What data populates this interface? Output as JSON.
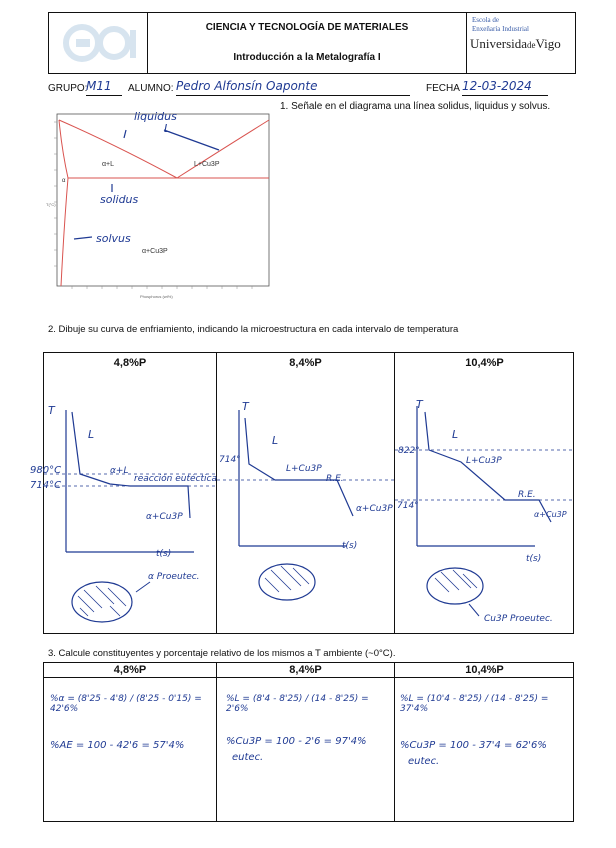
{
  "header": {
    "title_line1": "CIENCIA Y TECNOLOGÍA DE MATERIALES",
    "title_line2": "Introducción a la Metalografía I",
    "school_line1": "Escola de",
    "school_line2": "Enxeñaría Industrial",
    "university": "Universida",
    "university_de": "de",
    "university_end": "Vigo"
  },
  "info": {
    "grupo_label": "GRUPO:",
    "grupo_value": "M11",
    "alumno_label": "ALUMNO:",
    "alumno_value": "Pedro Alfonsín Oaponte",
    "fecha_label": "FECHA",
    "fecha_value": "12-03-2024"
  },
  "q1": {
    "text": "1. Señale en el diagrama una línea solidus, liquidus y solvus.",
    "annotations": {
      "liquidus": "liquidus",
      "liquidus_L": "L",
      "solidus": "solidus",
      "solvus": "solvus"
    },
    "diagram_labels": {
      "alpha_L": "α+L",
      "L_Cu3P": "L+Cu3P",
      "alpha": "α",
      "alpha_Cu3P": "α+Cu3P",
      "x_axis": "Phosphorus (wt%)",
      "y_axis": "T(°C)"
    }
  },
  "q2": {
    "text": "2. Dibuje su curva de enfriamiento, indicando la microestructura en cada intervalo de temperatura",
    "columns": [
      {
        "header": "4,8%P",
        "T": "T",
        "temp1": "980°C",
        "temp2": "714°C",
        "L": "L",
        "phase1": "α+L",
        "reaction": "reacción eutéctica",
        "phase2": "α+Cu3P",
        "time": "t(s)",
        "micro_label": "α Proeutec."
      },
      {
        "header": "8,4%P",
        "T": "T",
        "temp1": "714°",
        "L": "L",
        "phase1": "L+Cu3P",
        "reaction": "R.E.",
        "phase2": "α+Cu3P",
        "time": "t(s)"
      },
      {
        "header": "10,4%P",
        "T": "T",
        "temp1": "822°",
        "temp2": "714°",
        "L": "L",
        "phase1": "L+Cu3P",
        "reaction": "R.E.",
        "phase2": "α+Cu3P",
        "time": "t(s)",
        "micro_label": "Cu3P Proeutec."
      }
    ]
  },
  "q3": {
    "text": "3. Calcule constituyentes y porcentaje relativo de los mismos a T ambiente (~0°C).",
    "columns": [
      {
        "header": "4,8%P",
        "eq1": "%α = (8'25 - 4'8) / (8'25 - 0'15) = 42'6%",
        "eq2": "%AE = 100 - 42'6 = 57'4%"
      },
      {
        "header": "8,4%P",
        "eq1": "%L = (8'4 - 8'25) / (14 - 8'25) = 2'6%",
        "eq2": "%Cu3P = 100 - 2'6 = 97'4%",
        "eq3": "eutec."
      },
      {
        "header": "10,4%P",
        "eq1": "%L = (10'4 - 8'25) / (14 - 8'25) = 37'4%",
        "eq2": "%Cu3P = 100 - 37'4 = 62'6%",
        "eq3": "eutec."
      }
    ]
  }
}
